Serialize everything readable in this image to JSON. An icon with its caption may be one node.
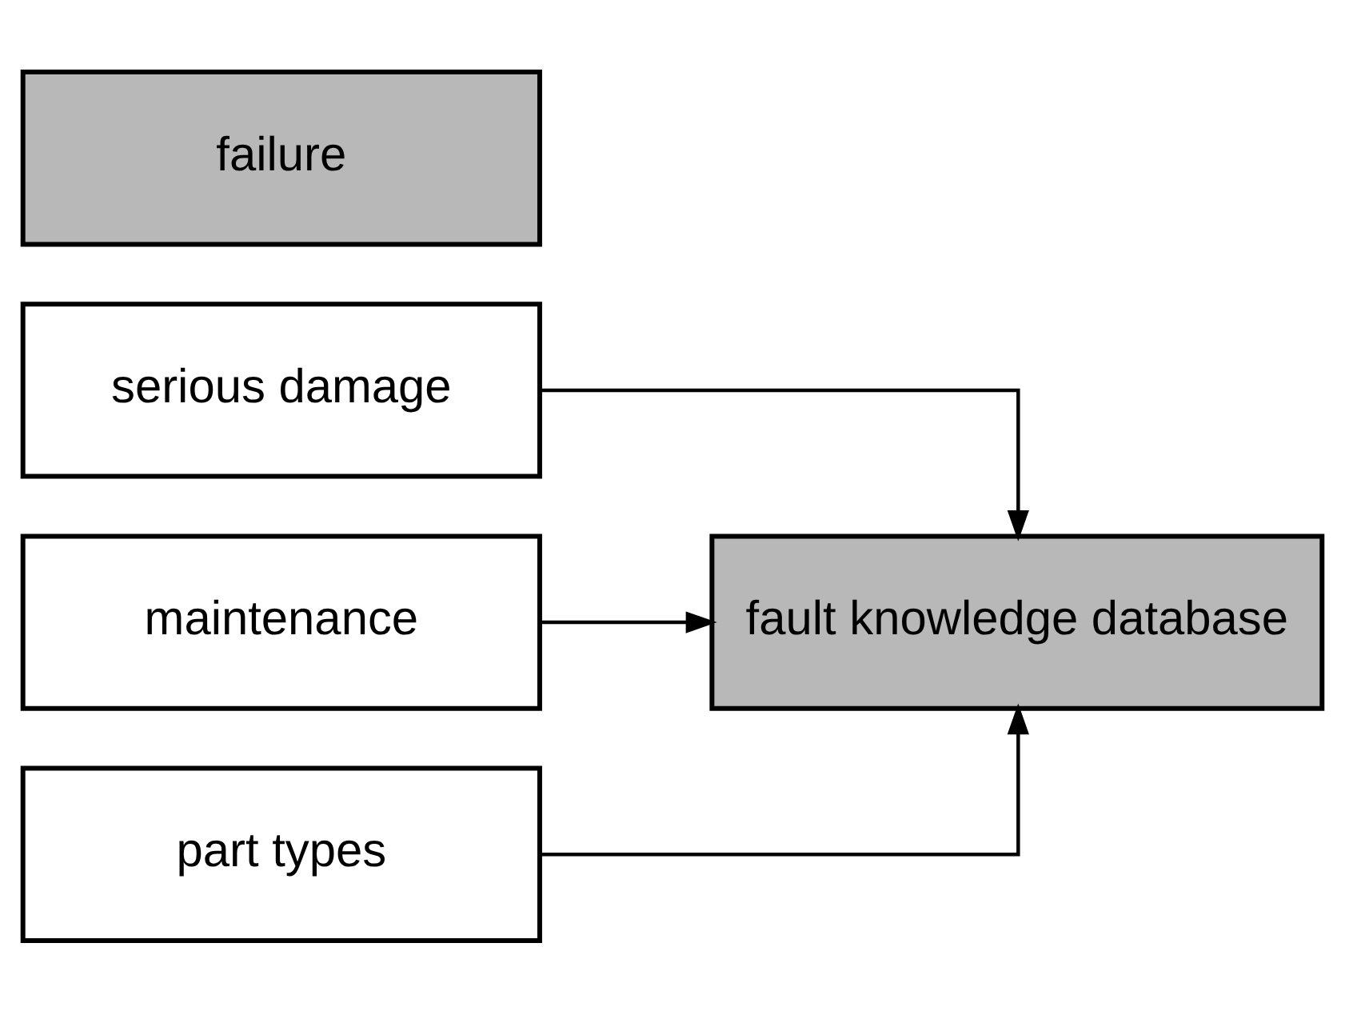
{
  "diagram": {
    "nodes": [
      {
        "text": [
          "failure"
        ]
      },
      {
        "text": [
          "serious damage"
        ]
      },
      {
        "text": [
          "maintenance"
        ]
      },
      {
        "text": [
          "part types"
        ]
      },
      {
        "text": [
          "fault knowledge database"
        ]
      }
    ],
    "edges": [
      {
        "from": 1,
        "to": 4,
        "arrow": "to"
      },
      {
        "from": 2,
        "to": 4,
        "arrow": "to"
      },
      {
        "from": 3,
        "to": 4,
        "arrow": "to"
      }
    ]
  }
}
